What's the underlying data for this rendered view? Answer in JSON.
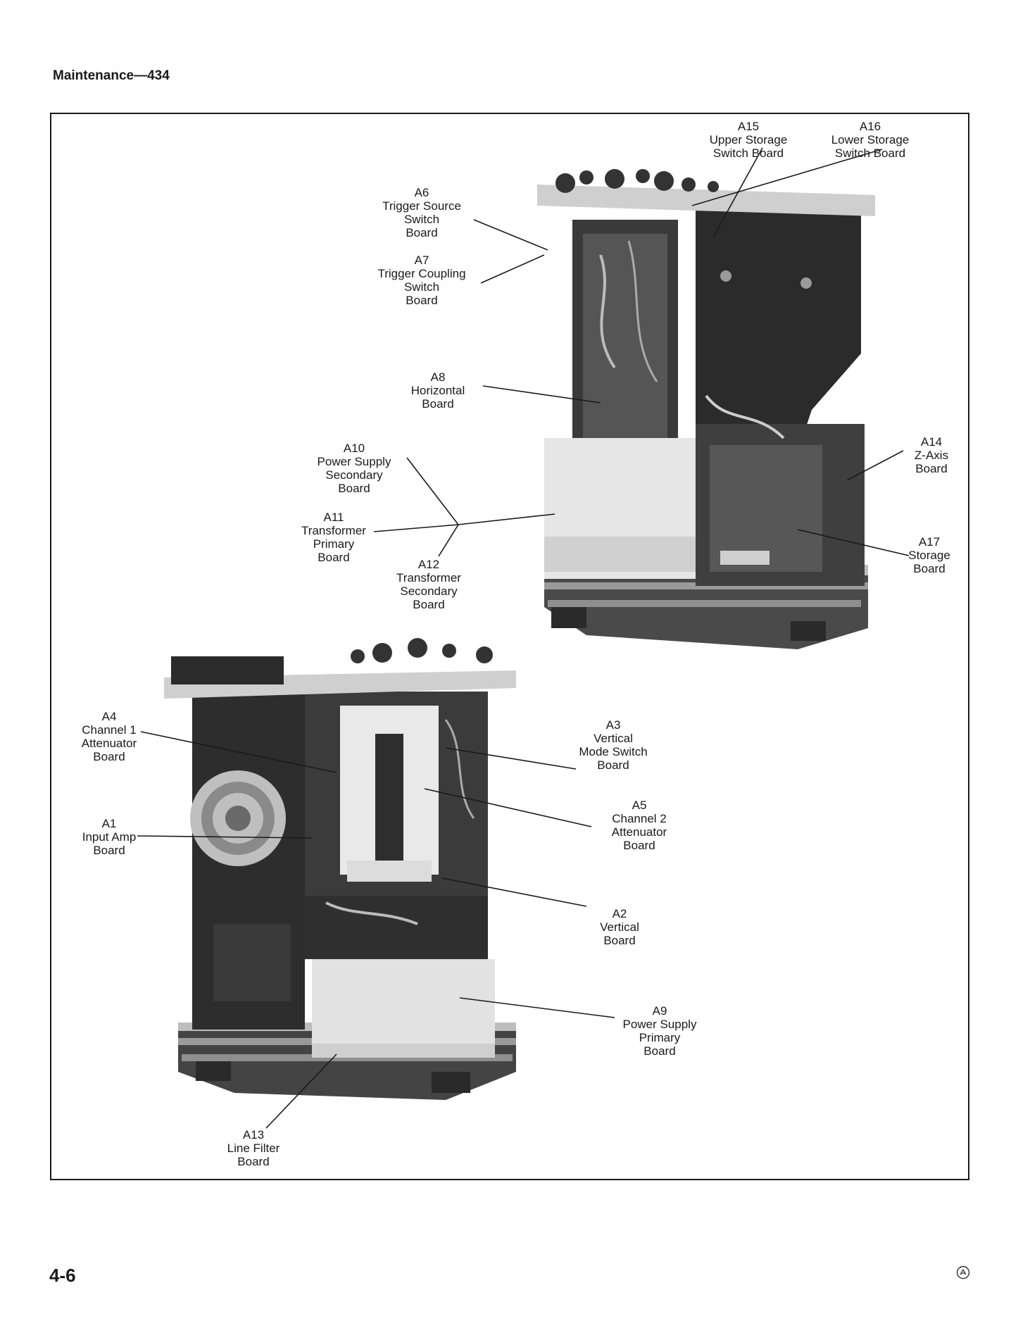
{
  "page": {
    "header": "Maintenance—434",
    "page_number": "4-6"
  },
  "figure": {
    "labels": [
      {
        "id": "A15",
        "lines": [
          "A15",
          "Upper Storage",
          "Switch Board"
        ]
      },
      {
        "id": "A16",
        "lines": [
          "A16",
          "Lower Storage",
          "Switch Board"
        ]
      },
      {
        "id": "A6",
        "lines": [
          "A6",
          "Trigger Source",
          "Switch",
          "Board"
        ]
      },
      {
        "id": "A7",
        "lines": [
          "A7",
          "Trigger Coupling",
          "Switch",
          "Board"
        ]
      },
      {
        "id": "A8",
        "lines": [
          "A8",
          "Horizontal",
          "Board"
        ]
      },
      {
        "id": "A10",
        "lines": [
          "A10",
          "Power Supply",
          "Secondary",
          "Board"
        ]
      },
      {
        "id": "A11",
        "lines": [
          "A11",
          "Transformer",
          "Primary",
          "Board"
        ]
      },
      {
        "id": "A12",
        "lines": [
          "A12",
          "Transformer",
          "Secondary",
          "Board"
        ]
      },
      {
        "id": "A14",
        "lines": [
          "A14",
          "Z-Axis",
          "Board"
        ]
      },
      {
        "id": "A17",
        "lines": [
          "A17",
          "Storage",
          "Board"
        ]
      },
      {
        "id": "A4",
        "lines": [
          "A4",
          "Channel 1",
          "Attenuator",
          "Board"
        ]
      },
      {
        "id": "A1",
        "lines": [
          "A1",
          "Input Amp",
          "Board"
        ]
      },
      {
        "id": "A3",
        "lines": [
          "A3",
          "Vertical",
          "Mode Switch",
          "Board"
        ]
      },
      {
        "id": "A5",
        "lines": [
          "A5",
          "Channel 2",
          "Attenuator",
          "Board"
        ]
      },
      {
        "id": "A2",
        "lines": [
          "A2",
          "Vertical",
          "Board"
        ]
      },
      {
        "id": "A9",
        "lines": [
          "A9",
          "Power Supply",
          "Primary",
          "Board"
        ]
      },
      {
        "id": "A13",
        "lines": [
          "A13",
          "Line Filter",
          "Board"
        ]
      }
    ]
  },
  "colors": {
    "ink": "#1a1a1a",
    "chassis_dark": "#2e2e2e",
    "chassis_light": "#d9d9d9"
  },
  "icons": {
    "publisher_logo": "tektronix-logo-icon"
  }
}
